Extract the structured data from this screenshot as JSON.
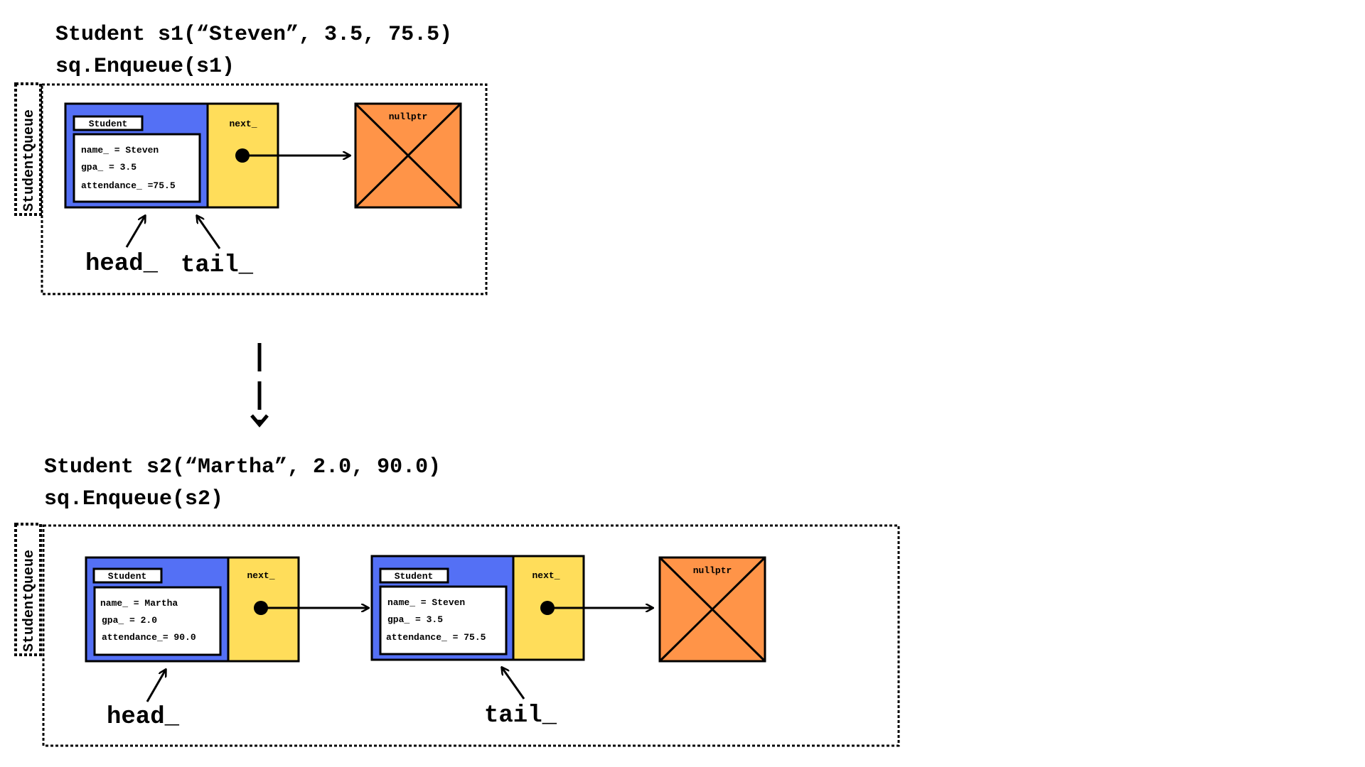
{
  "top": {
    "code_line1": "Student s1(“Steven”, 3.5, 75.5)",
    "code_line2": "sq.Enqueue(s1)",
    "queue_label": "StudentQueue",
    "node": {
      "type_label": "Student",
      "name_field": "name_ = Steven",
      "gpa_field": "gpa_ = 3.5",
      "attendance_field": "attendance_ =75.5",
      "next_label": "next_"
    },
    "null_label": "nullptr",
    "head_label": "head_",
    "tail_label": "tail_"
  },
  "bottom": {
    "code_line1": "Student s2(“Martha”, 2.0, 90.0)",
    "code_line2": "sq.Enqueue(s2)",
    "queue_label": "StudentQueue",
    "node1": {
      "type_label": "Student",
      "name_field": "name_ = Martha",
      "gpa_field": "gpa_ = 2.0",
      "attendance_field": "attendance_= 90.0",
      "next_label": "next_"
    },
    "node2": {
      "type_label": "Student",
      "name_field": "name_ = Steven",
      "gpa_field": "gpa_ = 3.5",
      "attendance_field": "attendance_ = 75.5",
      "next_label": "next_"
    },
    "null_label": "nullptr",
    "head_label": "head_",
    "tail_label": "tail_"
  },
  "colors": {
    "student_fill": "#5470F5",
    "next_fill": "#FFDD5A",
    "null_fill": "#FF9448",
    "stroke": "#000000"
  }
}
